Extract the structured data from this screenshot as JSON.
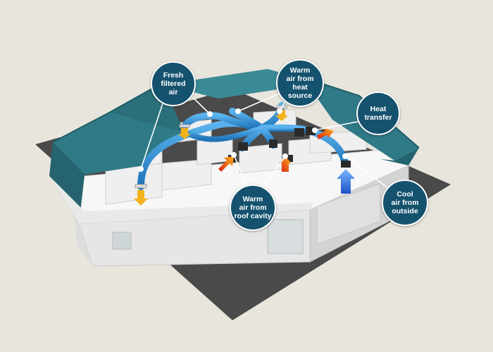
{
  "labels": {
    "fresh_air": "Fresh\nfiltered\nair",
    "warm_heat_source": "Warm\nair from\nheat\nsource",
    "heat_transfer": "Heat\ntransfer",
    "warm_roof_cavity": "Warm\nair from\nroof cavity",
    "cool_outside": "Cool\nair from\noutside"
  },
  "colors": {
    "background": "#e8e5dd",
    "callout": "#15526e",
    "duct": "#2f8fd6",
    "roof": "#2f7a86",
    "ground": "#4a4a4a",
    "walls": "#f4f4f4",
    "warm_arrow": "#e8481c",
    "cool_arrow": "#1e5fd0",
    "fresh_arrow": "#f2b21c"
  }
}
